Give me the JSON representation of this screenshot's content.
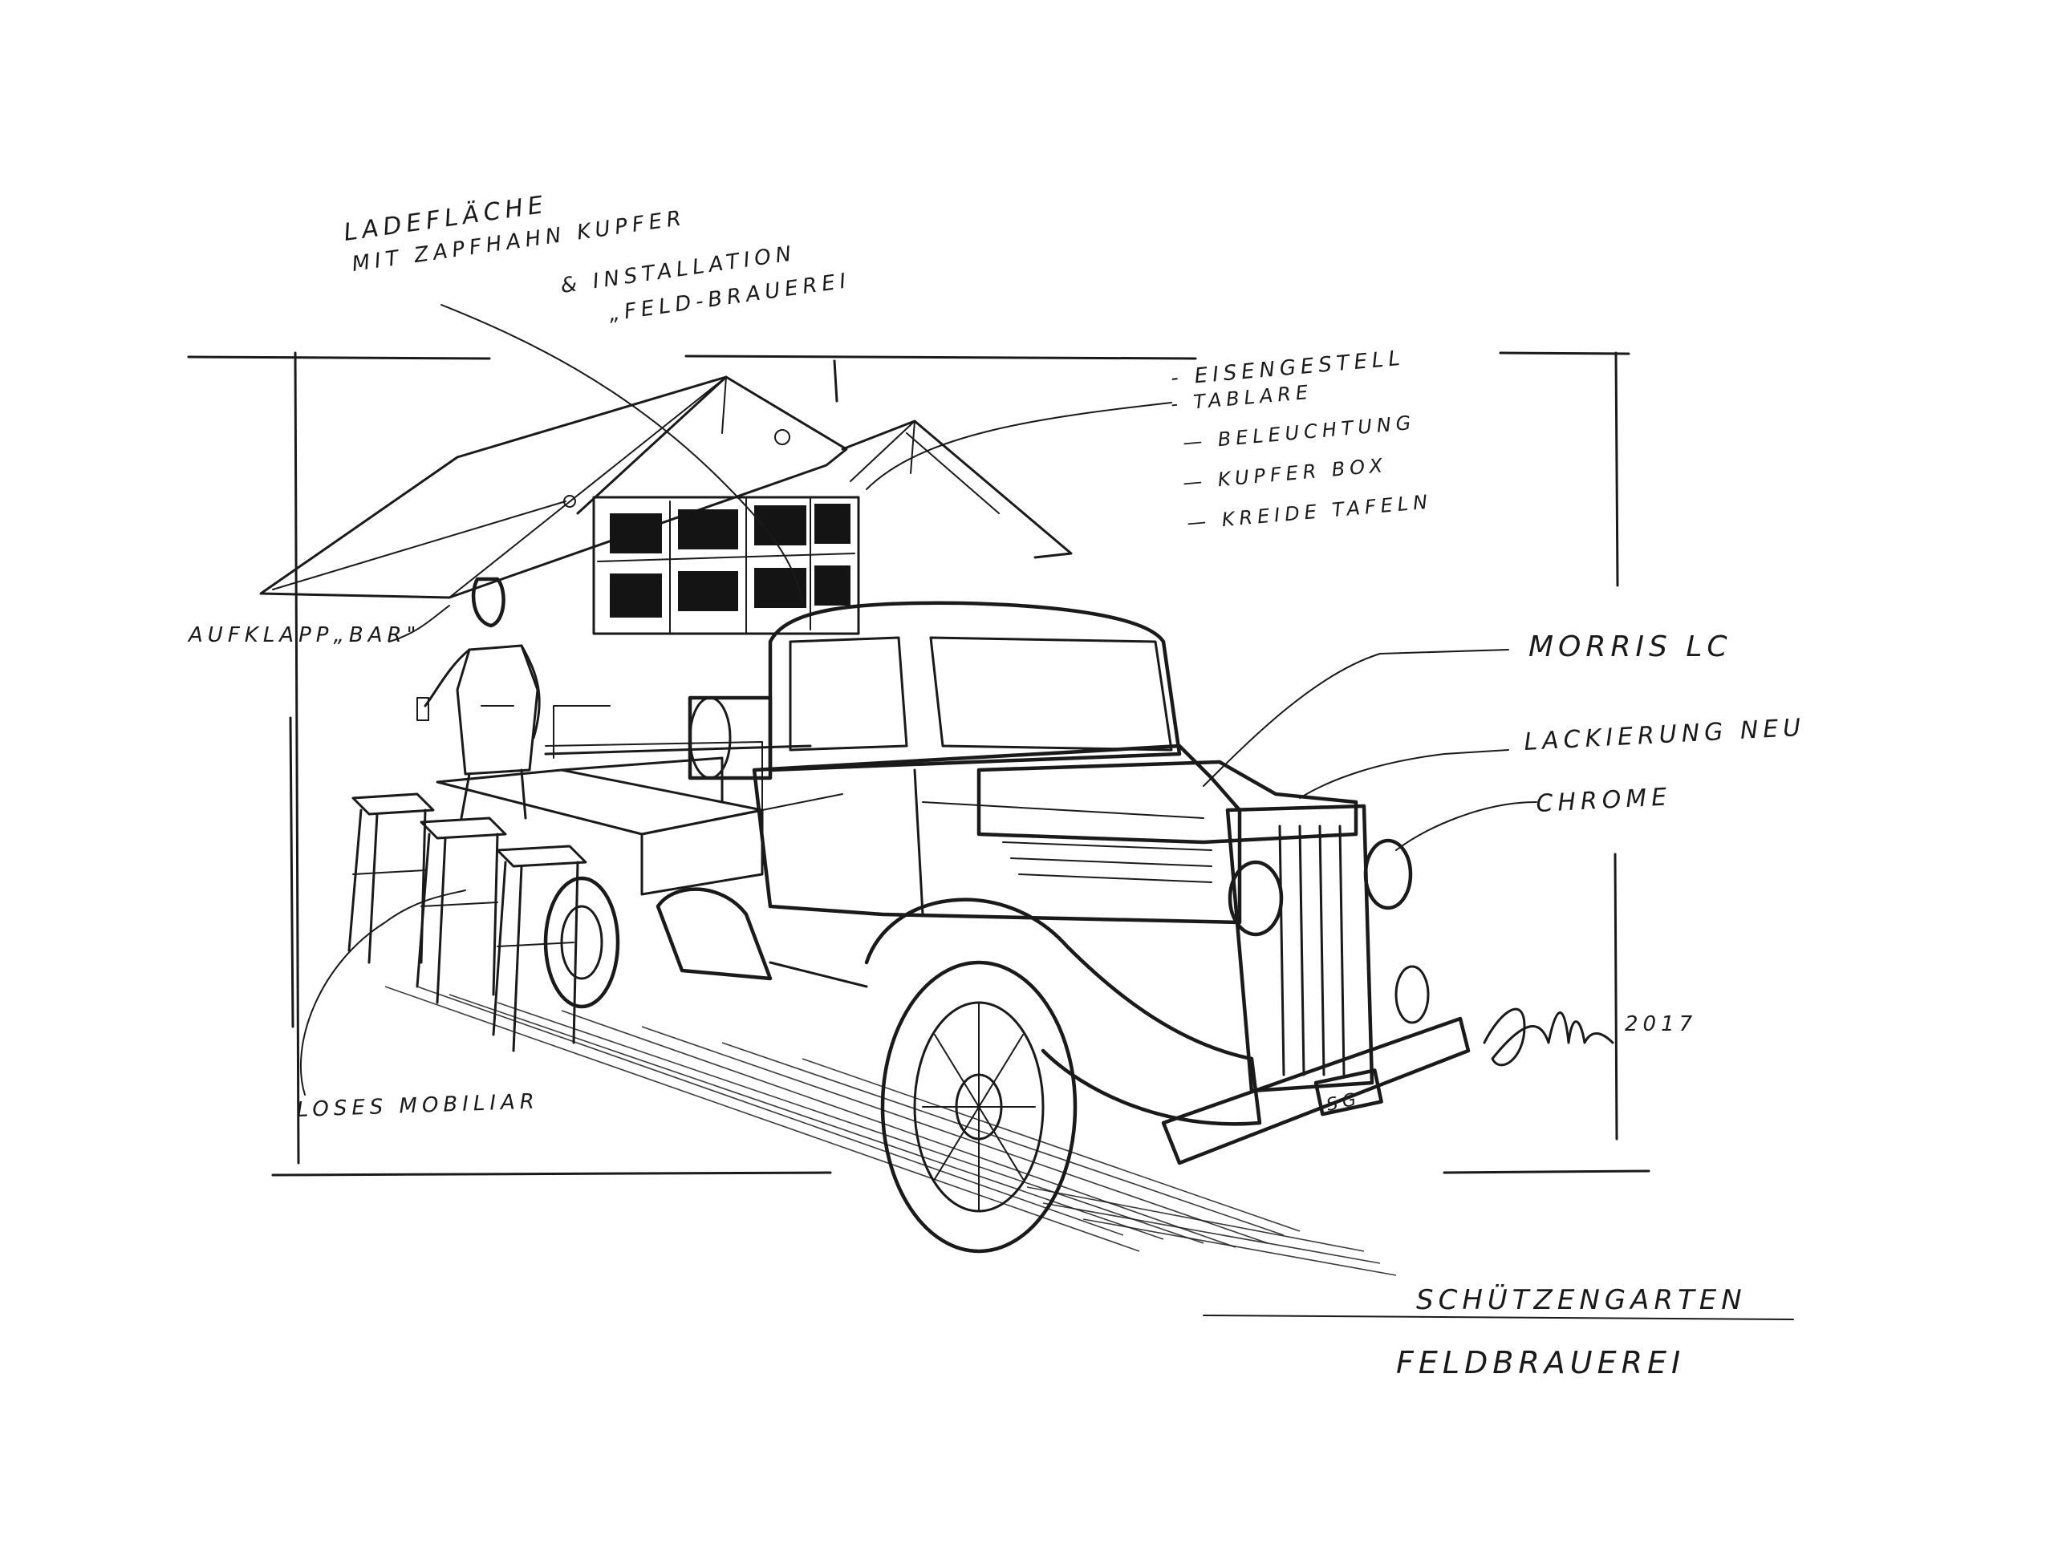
{
  "annotations": {
    "cargo_bed": [
      "LADEFLÄCHE",
      "MIT ZAPFHAHN KUPFER",
      "& INSTALLATION",
      "„FELD-BRAUEREI"
    ],
    "fold_bar": "AUFKLAPP„BAR\"",
    "shelf_list": [
      "- EISENGESTELL",
      "- TABLARE",
      "— BELEUCHTUNG",
      "— KUPFER BOX",
      "— KREIDE TAFELN"
    ],
    "model": "MORRIS LC",
    "paint": "LACKIERUNG NEU",
    "chrome": "CHROME",
    "furniture": "LOSES MOBILIAR",
    "plate": "SG",
    "year": "2017"
  },
  "title_block": {
    "line1": "SCHÜTZENGARTEN",
    "line2": "FELDBRAUEREI"
  },
  "colors": {
    "ink": "#1a1a1a",
    "paper": "#ffffff"
  }
}
